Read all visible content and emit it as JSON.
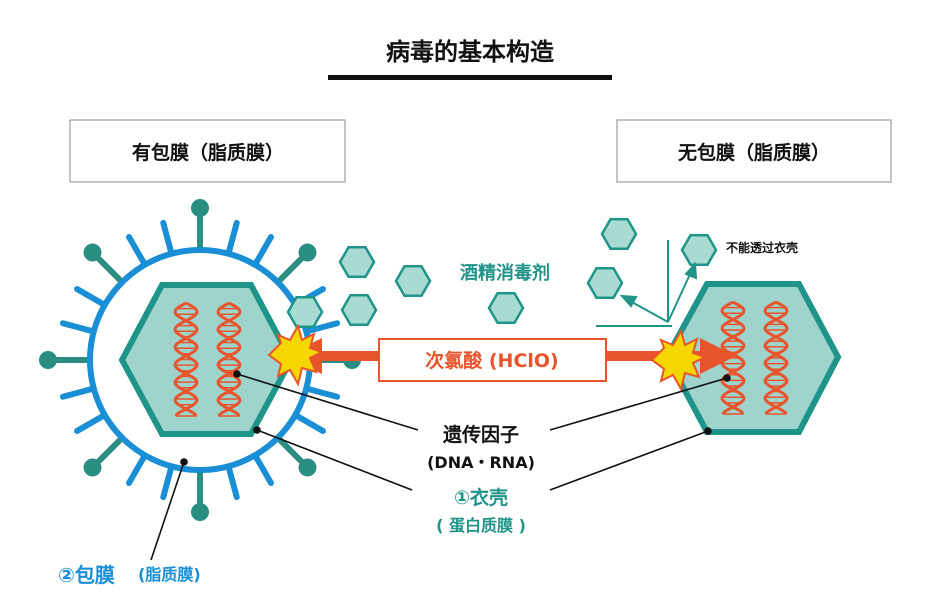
{
  "title": "病毒的基本构造",
  "left_panel": {
    "label": "有包膜（脂质膜）"
  },
  "right_panel": {
    "label": "无包膜（脂质膜）"
  },
  "alcohol_label": "酒精消毒剂",
  "cannot_penetrate_label": "不能透过衣壳",
  "hclo_label": "次氯酸 (HClO)",
  "genetic_factor": {
    "label": "遗传因子",
    "sub": "(DNA・RNA)"
  },
  "capsid": {
    "label": "①衣壳",
    "sub": "( 蛋白质膜 )"
  },
  "envelope": {
    "label": "②包膜",
    "sub": "(脂质膜)"
  },
  "colors": {
    "envelope_blue": "#1a8fd6",
    "capsid_teal": "#1f9488",
    "capsid_fill": "#9fd4cd",
    "dna_red": "#e8552d",
    "hclo_orange": "#e8552d",
    "spike_teal": "#2a8f80",
    "label_blue": "#1a8fd6",
    "label_teal": "#1f9488"
  }
}
